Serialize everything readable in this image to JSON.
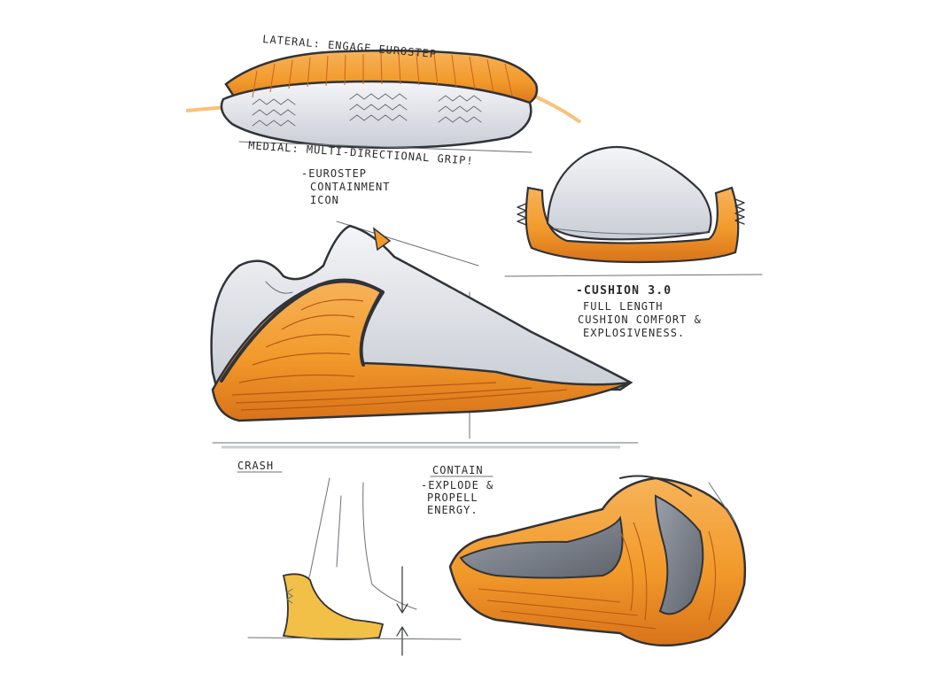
{
  "notes": {
    "lateral": "LATERAL: ENGAGE EUROSTEP",
    "medial": "MEDIAL: MULTI-DIRECTIONAL GRIP!",
    "eurostep_1": "-EUROSTEP",
    "eurostep_2": "CONTAINMENT",
    "eurostep_3": "ICON",
    "cushion_title": "-CUSHION 3.0",
    "cushion_1": "FULL LENGTH",
    "cushion_2": "CUSHION COMFORT &",
    "cushion_3": "EXPLOSIVENESS.",
    "crash": "CRASH",
    "contain_title": "CONTAIN",
    "contain_1": "-EXPLODE &",
    "contain_2": "PROPELL",
    "contain_3": "ENERGY."
  },
  "colors": {
    "orange": "#f29a2b",
    "orange_dark": "#d9731a",
    "orange_light": "#f8c27a",
    "ink": "#303338",
    "gray_light": "#e6e8ee",
    "gray_mid": "#b9bdc6",
    "gray_dark": "#7c818b",
    "yellow": "#f2c046"
  },
  "icons": {
    "outsole_sketch": "outsole-icon",
    "cushion_sketch": "cushion-icon",
    "shoe_side_sketch": "shoe-side-icon",
    "foot_sketch": "foot-icon",
    "shoe_angle_sketch": "shoe-angle-icon"
  }
}
